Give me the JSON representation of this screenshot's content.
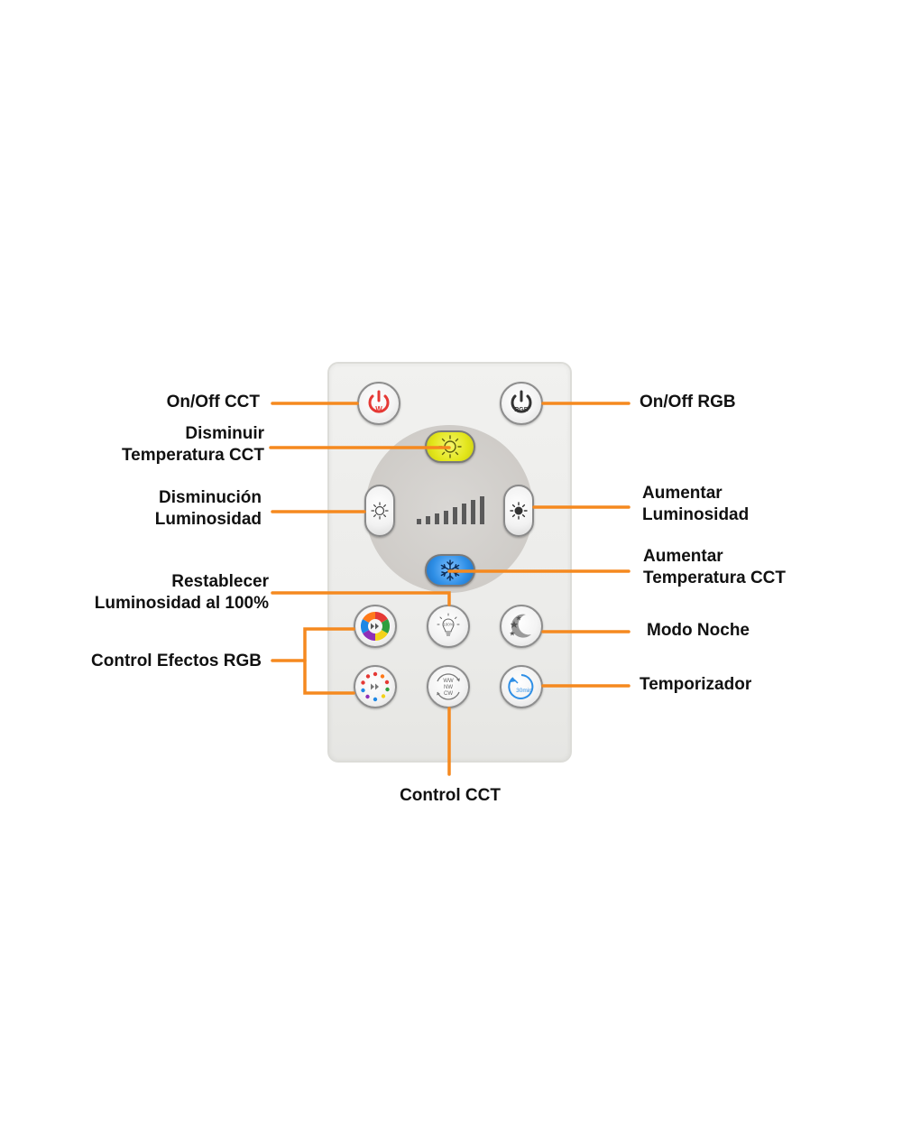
{
  "labels": {
    "onoff_cct": "On/Off CCT",
    "onoff_rgb": "On/Off RGB",
    "disminuir_temp_1": "Disminuir",
    "disminuir_temp_2": "Temperatura CCT",
    "disminucion_lum_1": "Disminución",
    "disminucion_lum_2": "Luminosidad",
    "aumentar_lum_1": "Aumentar",
    "aumentar_lum_2": "Luminosidad",
    "aumentar_temp_1": "Aumentar",
    "aumentar_temp_2": "Temperatura CCT",
    "restablecer_1": "Restablecer",
    "restablecer_2": "Luminosidad al 100%",
    "modo_noche": "Modo Noche",
    "control_efectos": "Control Efectos RGB",
    "temporizador": "Temporizador",
    "control_cct": "Control CCT"
  },
  "buttons": {
    "power_cct_text": "W",
    "power_rgb_text": "RGB",
    "reset_text": "100%",
    "cct_text_1": "WW",
    "cct_text_2": "NW",
    "cct_text_3": "CW",
    "timer_text": "30min"
  },
  "colors": {
    "leader": "#f5891f",
    "warm_button": "#e3e61c",
    "cold_button": "#2f8fe6",
    "power_cct": "#e53935"
  },
  "icons": {
    "power_cct": "power-icon",
    "power_rgb": "power-icon",
    "temp_down": "sun-icon",
    "temp_up": "snowflake-icon",
    "brightness_down": "sun-icon",
    "brightness_up": "sun-filled-icon",
    "reset": "bulb-icon",
    "rgb_effect_1": "color-wheel-icon",
    "rgb_effect_2": "color-dots-icon",
    "cct_cycle": "cycle-arrows-icon",
    "night_mode": "moon-stars-icon",
    "timer": "clock-icon"
  }
}
